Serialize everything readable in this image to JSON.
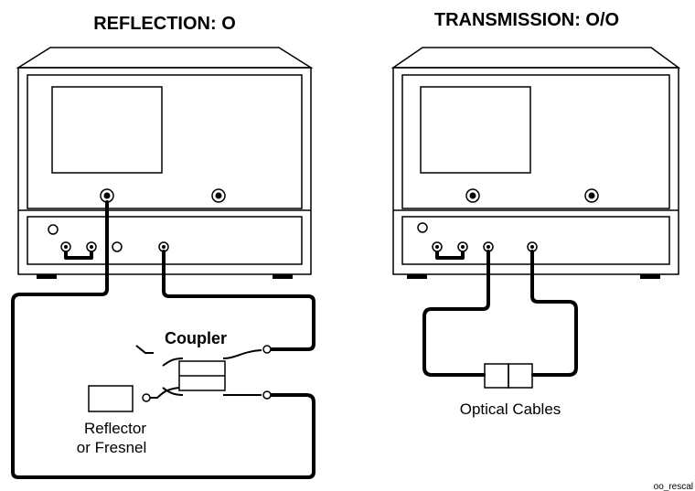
{
  "titles": {
    "reflection": "REFLECTION: O",
    "transmission": "TRANSMISSION: O/O"
  },
  "labels": {
    "coupler": "Coupler",
    "reflector_line1": "Reflector",
    "reflector_line2": "or Fresnel",
    "optical_cables": "Optical Cables",
    "figure_tag": "oo_rescal"
  }
}
